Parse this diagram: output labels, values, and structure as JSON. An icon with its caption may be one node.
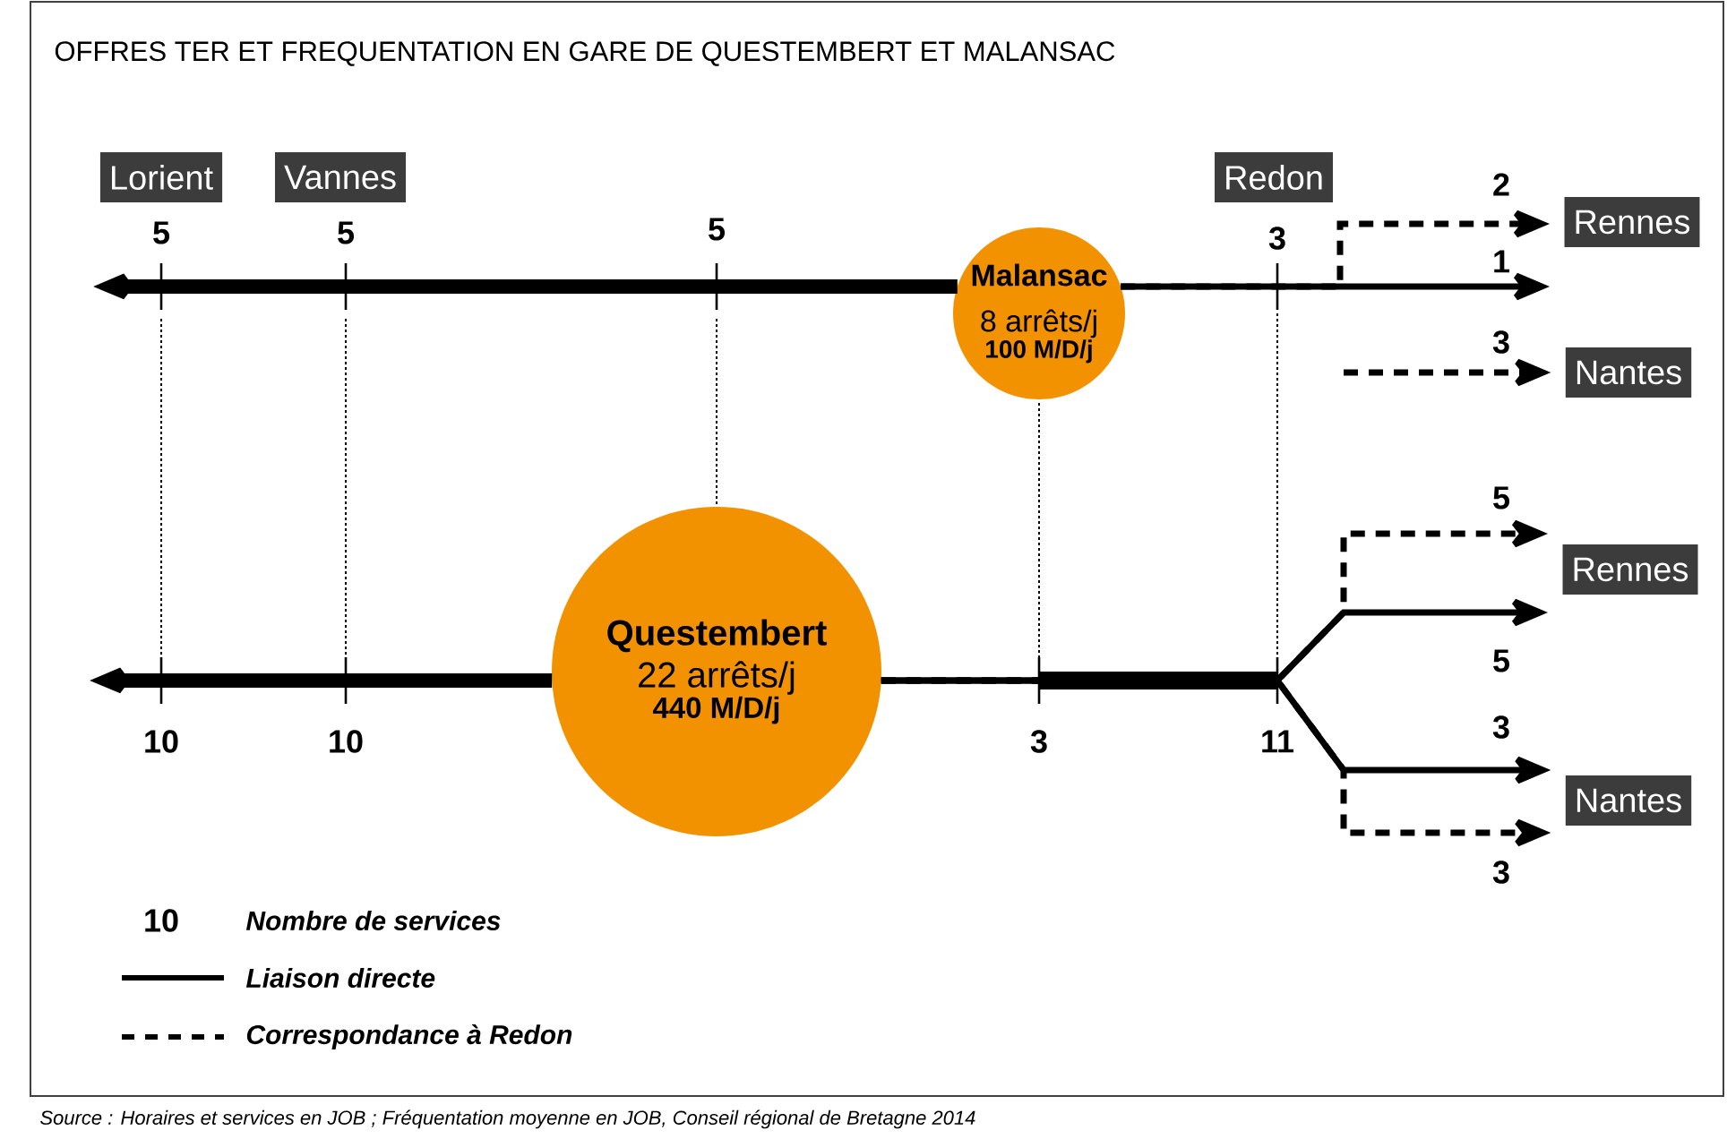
{
  "diagram": {
    "title": "OFFRES TER ET FREQUENTATION EN GARE DE QUESTEMBERT ET MALANSAC",
    "caption": "Source : Horaires et services en JOB ; Fréquentation moyenne en JOB, Conseil régional de Bretagne 2014",
    "nodes": [
      {
        "text": [
          "Lorient"
        ]
      },
      {
        "text": [
          "Vannes"
        ]
      },
      {
        "text": [
          "Malansac",
          "8 arrêts/j",
          "100 M/D/j"
        ]
      },
      {
        "text": [
          "Redon"
        ]
      },
      {
        "text": [
          "Rennes"
        ]
      },
      {
        "text": [
          "Nantes"
        ]
      },
      {
        "text": [
          "Questembert",
          "22 arrêts/j",
          "440 M/D/j"
        ]
      },
      {
        "text": [
          "Rennes"
        ]
      },
      {
        "text": [
          "Nantes"
        ]
      }
    ],
    "edges": [
      {
        "from": 2,
        "to": null,
        "arrow": "to",
        "style": "thick"
      },
      {
        "from": 2,
        "to": 4,
        "arrow": "to",
        "label": "1"
      },
      {
        "from": 2,
        "to": 4,
        "arrow": "to",
        "label": "2",
        "style": "dashed"
      },
      {
        "from": null,
        "to": 5,
        "arrow": "to",
        "label": "3",
        "style": "dashed"
      },
      {
        "from": 6,
        "to": null,
        "arrow": "to",
        "style": "thick"
      },
      {
        "from": 6,
        "to": 7,
        "arrow": "to",
        "label": "5"
      },
      {
        "from": 6,
        "to": 7,
        "arrow": "to",
        "label": "5",
        "style": "dashed"
      },
      {
        "from": 6,
        "to": 8,
        "arrow": "to",
        "label": "3"
      },
      {
        "from": 6,
        "to": 8,
        "arrow": "to",
        "label": "3",
        "style": "dashed"
      }
    ],
    "labels": [
      "5",
      "5",
      "5",
      "3",
      "10",
      "10",
      "3",
      "11",
      "10"
    ],
    "legend": [
      {
        "text": "Nombre de services"
      },
      {
        "text": "Liaison directe"
      },
      {
        "text": "Correspondance à Redon"
      }
    ]
  }
}
